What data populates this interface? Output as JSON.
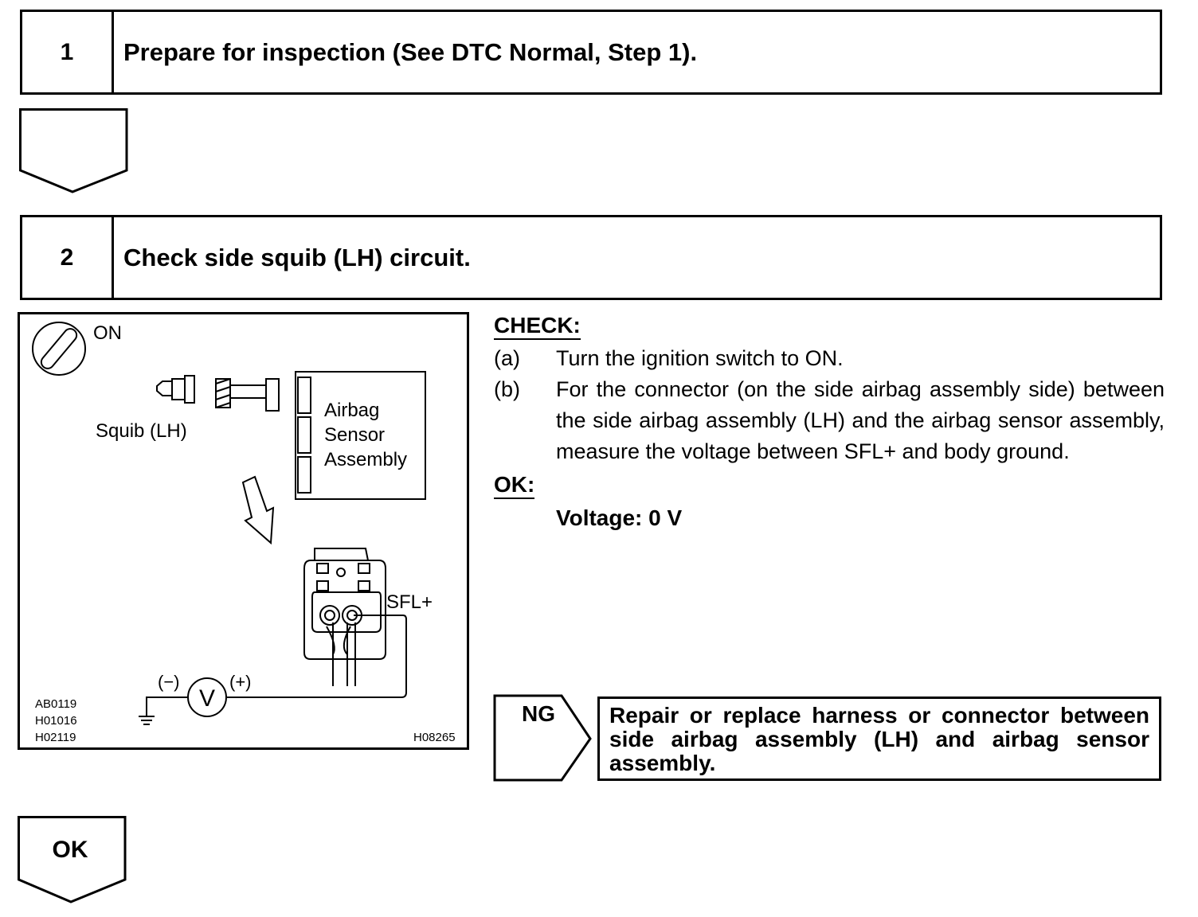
{
  "steps": [
    {
      "number": "1",
      "title": "Prepare for inspection (See DTC Normal, Step 1)."
    },
    {
      "number": "2",
      "title": "Check side squib (LH) circuit."
    }
  ],
  "figure": {
    "ignition_label": "ON",
    "squib_label": "Squib (LH)",
    "sensor_label_line1": "Airbag",
    "sensor_label_line2": "Sensor",
    "sensor_label_line3": "Assembly",
    "terminal_label": "SFL+",
    "minus_label": "(−)",
    "plus_label": "(+)",
    "meter_symbol": "V",
    "ref_codes": [
      "AB0119",
      "H01016",
      "H02119"
    ],
    "figure_code": "H08265"
  },
  "check": {
    "heading": "CHECK:",
    "items": [
      {
        "letter": "(a)",
        "text": "Turn the ignition switch to ON."
      },
      {
        "letter": "(b)",
        "text": "For the connector (on the side airbag assembly side) between the side airbag assembly (LH) and the airbag sensor assembly, measure the voltage between SFL+ and body ground."
      }
    ]
  },
  "ok": {
    "heading": "OK:",
    "value": "Voltage: 0 V"
  },
  "ng": {
    "label": "NG",
    "action": "Repair or replace harness or connector between side airbag assembly (LH) and airbag sensor assembly."
  },
  "ok_arrow_label": "OK"
}
